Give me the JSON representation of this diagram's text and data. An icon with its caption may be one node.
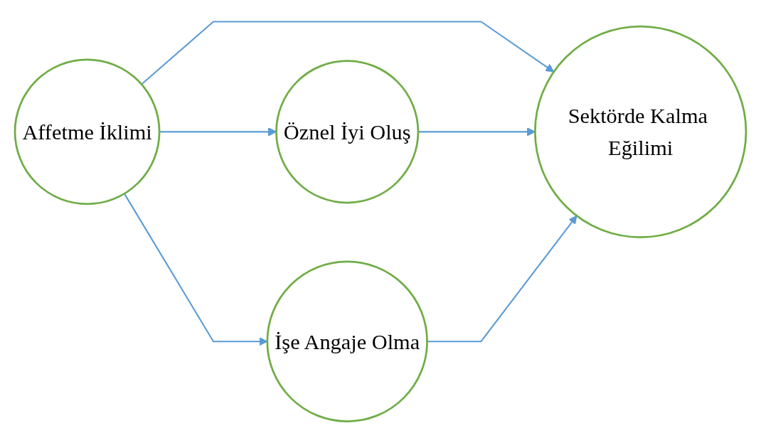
{
  "diagram": {
    "nodes": [
      {
        "text": [
          "Affetme İklimi"
        ]
      },
      {
        "text": [
          "Öznel İyi Oluş"
        ]
      },
      {
        "text": [
          "İşe Angaje Olma"
        ]
      },
      {
        "text": [
          "Sektörde Kalma Eğilimi"
        ]
      }
    ],
    "edges": [
      {
        "from": 0,
        "to": 1,
        "arrow": "to"
      },
      {
        "from": 0,
        "to": 3,
        "arrow": "to"
      },
      {
        "from": 0,
        "to": 2,
        "arrow": "to"
      },
      {
        "from": 1,
        "to": 3,
        "arrow": "to"
      },
      {
        "from": 2,
        "to": 3,
        "arrow": "to"
      }
    ]
  }
}
